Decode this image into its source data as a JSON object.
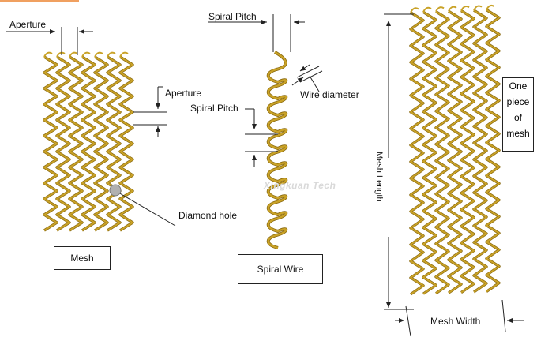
{
  "labels": {
    "aperture_top": "Aperture",
    "aperture_side": "Aperture",
    "spiral_pitch_top": "Spiral Pitch",
    "spiral_pitch_mid": "Spiral Pitch",
    "wire_diameter": "Wire diameter",
    "diamond_hole": "Diamond hole",
    "mesh_box": "Mesh",
    "spiral_wire_box": "Spiral Wire",
    "mesh_length": "Mesh Length",
    "mesh_width": "Mesh Width",
    "watermark": "Xingkuan Tech",
    "one_piece_lines": [
      "One",
      "piece",
      "of",
      "mesh"
    ]
  },
  "colors": {
    "wire": "#c9a227",
    "wire_dark": "#8a6a10",
    "line": "#222222"
  }
}
